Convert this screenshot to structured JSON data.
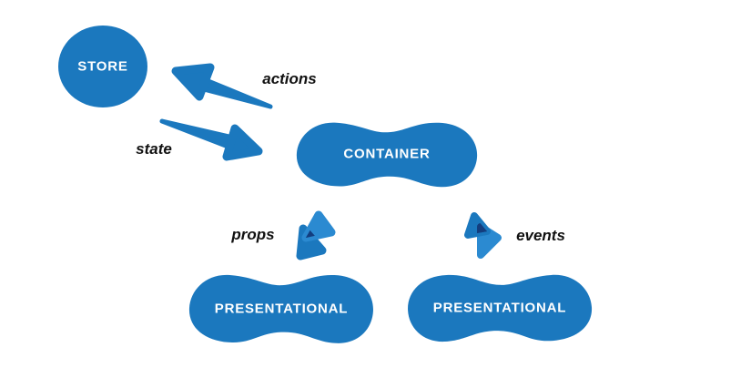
{
  "nodes": {
    "store": "STORE",
    "container": "CONTAINER",
    "presentational_left": "PRESENTATIONAL",
    "presentational_right": "PRESENTATIONAL"
  },
  "labels": {
    "actions": "actions",
    "state": "state",
    "props": "props",
    "events": "events"
  },
  "colors": {
    "primary": "#1b78be",
    "primary_light": "#2b8ad1",
    "overlap_dark": "#133d7e",
    "node_text": "#ffffff",
    "label_text": "#111111",
    "background": "#ffffff"
  }
}
